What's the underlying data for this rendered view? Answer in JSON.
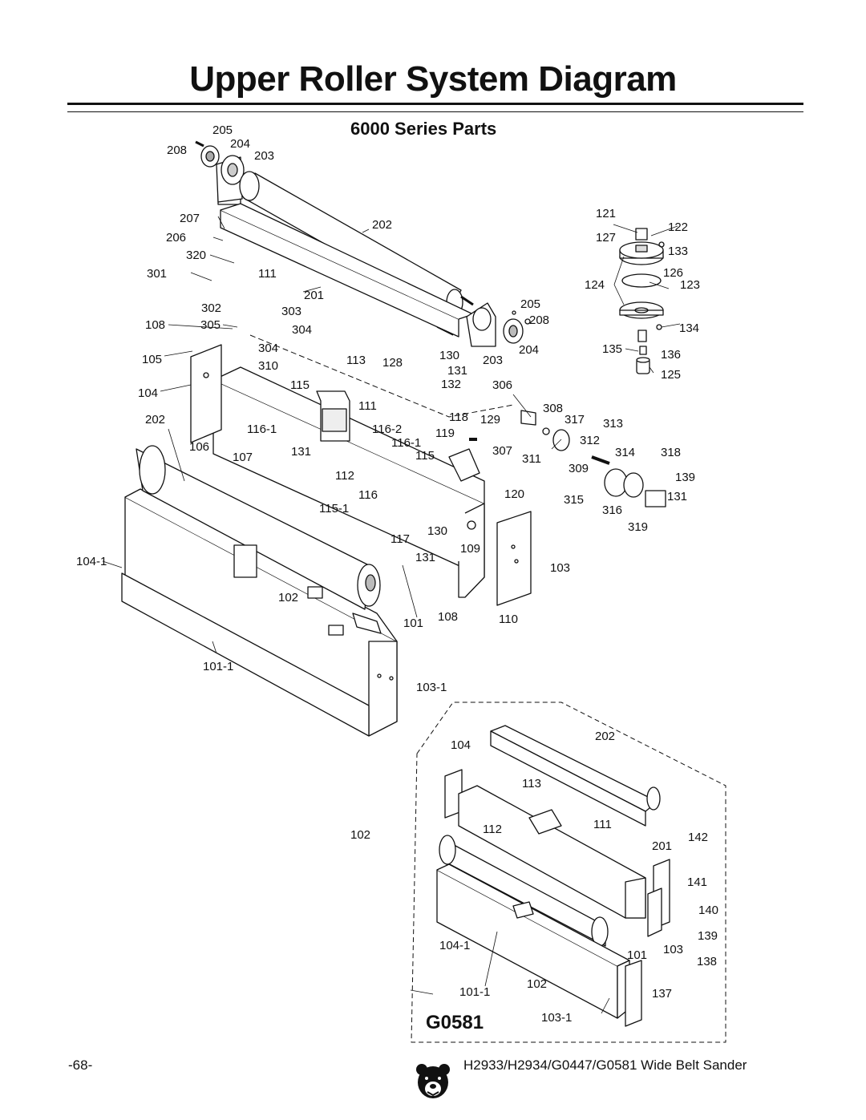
{
  "page": {
    "title": "Upper Roller System Diagram",
    "subtitle": "6000 Series Parts",
    "model_label": "G0581",
    "page_number": "-68-",
    "footer": "H2933/H2934/G0447/G0581 Wide Belt Sander"
  },
  "diagram": {
    "nodes": [
      {
        "id": "205a",
        "text": "205"
      },
      {
        "id": "204a",
        "text": "204"
      },
      {
        "id": "208a",
        "text": "208"
      },
      {
        "id": "203a",
        "text": "203"
      },
      {
        "id": "202a",
        "text": "202"
      },
      {
        "id": "207",
        "text": "207"
      },
      {
        "id": "206",
        "text": "206"
      },
      {
        "id": "320",
        "text": "320"
      },
      {
        "id": "301",
        "text": "301"
      },
      {
        "id": "111a",
        "text": "111"
      },
      {
        "id": "201a",
        "text": "201"
      },
      {
        "id": "302",
        "text": "302"
      },
      {
        "id": "303",
        "text": "303"
      },
      {
        "id": "108a",
        "text": "108"
      },
      {
        "id": "305",
        "text": "305"
      },
      {
        "id": "304a",
        "text": "304"
      },
      {
        "id": "304b",
        "text": "304"
      },
      {
        "id": "105",
        "text": "105"
      },
      {
        "id": "310",
        "text": "310"
      },
      {
        "id": "104a",
        "text": "104"
      },
      {
        "id": "115a",
        "text": "115"
      },
      {
        "id": "202b",
        "text": "202"
      },
      {
        "id": "116-1a",
        "text": "116-1"
      },
      {
        "id": "106",
        "text": "106"
      },
      {
        "id": "107",
        "text": "107"
      },
      {
        "id": "113a",
        "text": "113"
      },
      {
        "id": "128",
        "text": "128"
      },
      {
        "id": "130a",
        "text": "130"
      },
      {
        "id": "131a",
        "text": "131"
      },
      {
        "id": "132",
        "text": "132"
      },
      {
        "id": "203b",
        "text": "203"
      },
      {
        "id": "204b",
        "text": "204"
      },
      {
        "id": "205b",
        "text": "205"
      },
      {
        "id": "208b",
        "text": "208"
      },
      {
        "id": "121",
        "text": "121"
      },
      {
        "id": "122",
        "text": "122"
      },
      {
        "id": "127",
        "text": "127"
      },
      {
        "id": "133",
        "text": "133"
      },
      {
        "id": "124",
        "text": "124"
      },
      {
        "id": "126",
        "text": "126"
      },
      {
        "id": "123",
        "text": "123"
      },
      {
        "id": "134",
        "text": "134"
      },
      {
        "id": "135",
        "text": "135"
      },
      {
        "id": "136",
        "text": "136"
      },
      {
        "id": "125",
        "text": "125"
      },
      {
        "id": "306",
        "text": "306"
      },
      {
        "id": "111b",
        "text": "111"
      },
      {
        "id": "118",
        "text": "118"
      },
      {
        "id": "129",
        "text": "129"
      },
      {
        "id": "308",
        "text": "308"
      },
      {
        "id": "317",
        "text": "317"
      },
      {
        "id": "313",
        "text": "313"
      },
      {
        "id": "116-2",
        "text": "116-2"
      },
      {
        "id": "116-1b",
        "text": "116-1"
      },
      {
        "id": "119",
        "text": "119"
      },
      {
        "id": "312",
        "text": "312"
      },
      {
        "id": "307",
        "text": "307"
      },
      {
        "id": "311",
        "text": "311"
      },
      {
        "id": "314",
        "text": "314"
      },
      {
        "id": "318",
        "text": "318"
      },
      {
        "id": "131b",
        "text": "131"
      },
      {
        "id": "115b",
        "text": "115"
      },
      {
        "id": "309",
        "text": "309"
      },
      {
        "id": "112a",
        "text": "112"
      },
      {
        "id": "139",
        "text": "139"
      },
      {
        "id": "116",
        "text": "116"
      },
      {
        "id": "120",
        "text": "120"
      },
      {
        "id": "315",
        "text": "315"
      },
      {
        "id": "131c",
        "text": "131"
      },
      {
        "id": "115-1",
        "text": "115-1"
      },
      {
        "id": "316",
        "text": "316"
      },
      {
        "id": "319",
        "text": "319"
      },
      {
        "id": "130b",
        "text": "130"
      },
      {
        "id": "117",
        "text": "117"
      },
      {
        "id": "109",
        "text": "109"
      },
      {
        "id": "131d",
        "text": "131"
      },
      {
        "id": "104-1a",
        "text": "104-1"
      },
      {
        "id": "103a",
        "text": "103"
      },
      {
        "id": "102a",
        "text": "102"
      },
      {
        "id": "101a",
        "text": "101"
      },
      {
        "id": "108b",
        "text": "108"
      },
      {
        "id": "110",
        "text": "110"
      },
      {
        "id": "101-1a",
        "text": "101-1"
      },
      {
        "id": "103-1a",
        "text": "103-1"
      },
      {
        "id": "202c",
        "text": "202"
      },
      {
        "id": "104b",
        "text": "104"
      },
      {
        "id": "113b",
        "text": "113"
      },
      {
        "id": "102b",
        "text": "102"
      },
      {
        "id": "112b",
        "text": "112"
      },
      {
        "id": "111c",
        "text": "111"
      },
      {
        "id": "142",
        "text": "142"
      },
      {
        "id": "201b",
        "text": "201"
      },
      {
        "id": "141",
        "text": "141"
      },
      {
        "id": "140",
        "text": "140"
      },
      {
        "id": "139b",
        "text": "139"
      },
      {
        "id": "104-1b",
        "text": "104-1"
      },
      {
        "id": "101b",
        "text": "101"
      },
      {
        "id": "103b",
        "text": "103"
      },
      {
        "id": "138",
        "text": "138"
      },
      {
        "id": "102c",
        "text": "102"
      },
      {
        "id": "101-1b",
        "text": "101-1"
      },
      {
        "id": "137",
        "text": "137"
      },
      {
        "id": "103-1b",
        "text": "103-1"
      }
    ]
  }
}
